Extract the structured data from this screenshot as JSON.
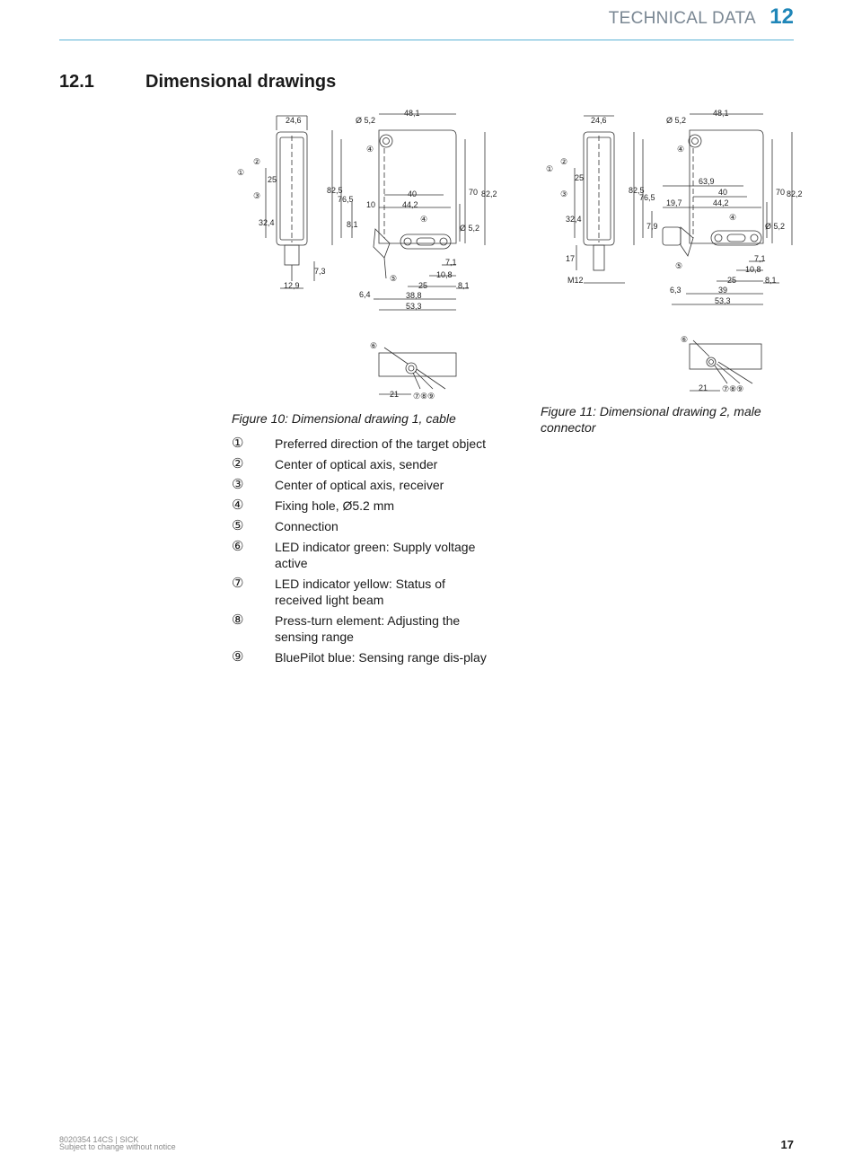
{
  "header": {
    "title": "TECHNICAL DATA",
    "chapter": "12"
  },
  "section": {
    "number": "12.1",
    "title": "Dimensional drawings"
  },
  "figures": [
    {
      "caption": "Figure 10: Dimensional drawing 1, cable"
    },
    {
      "caption": "Figure 11: Dimensional drawing 2, male connector"
    }
  ],
  "drawing1": {
    "front_width": "24,6",
    "marker_1": "①",
    "marker_2": "②",
    "marker_3": "③",
    "dim_25": "25",
    "dim_32_4": "32,4",
    "dim_7_3": "7,3",
    "dim_12_9": "12,9",
    "hole": "Ø 5,2",
    "top_width": "48,1",
    "marker_4": "④",
    "marker_5": "⑤",
    "dim_82_5": "82,5",
    "dim_76_5": "76,5",
    "dim_8_1v": "8,1",
    "dim_70": "70",
    "dim_82_2": "82,2",
    "dim_40": "40",
    "dim_44_2": "44,2",
    "dim_10": "10",
    "dim_hole2": "Ø 5,2",
    "dim_7_1": "7,1",
    "dim_10_8": "10,8",
    "dim_25b": "25",
    "dim_8_1": "8,1",
    "dim_6_4": "6,4",
    "dim_38_8": "38,8",
    "dim_53_3": "53,3",
    "marker_6": "⑥",
    "dim_21": "21",
    "marker_789": "⑦⑧⑨"
  },
  "drawing2": {
    "front_width": "24,6",
    "marker_1": "①",
    "marker_2": "②",
    "marker_3": "③",
    "dim_25": "25",
    "dim_32_4": "32,4",
    "dim_17": "17",
    "dim_m12": "M12",
    "hole": "Ø 5,2",
    "top_width": "48,1",
    "marker_4": "④",
    "marker_5": "⑤",
    "dim_82_5": "82,5",
    "dim_76_5": "76,5",
    "dim_7_9": "7,9",
    "dim_63_9": "63,9",
    "dim_40": "40",
    "dim_19_7": "19,7",
    "dim_44_2": "44,2",
    "dim_70": "70",
    "dim_82_2": "82,2",
    "dim_hole2": "Ø 5,2",
    "dim_7_1": "7,1",
    "dim_10_8": "10,8",
    "dim_25b": "25",
    "dim_39": "39",
    "dim_8_1": "8,1",
    "dim_6_3": "6,3",
    "dim_53_3": "53,3",
    "marker_6": "⑥",
    "dim_21": "21",
    "marker_789": "⑦⑧⑨"
  },
  "legend": [
    {
      "num": "①",
      "text": "Preferred direction of the target object"
    },
    {
      "num": "②",
      "text": "Center of optical axis, sender"
    },
    {
      "num": "③",
      "text": "Center of optical axis, receiver"
    },
    {
      "num": "④",
      "text": "Fixing hole, Ø5.2 mm"
    },
    {
      "num": "⑤",
      "text": "Connection"
    },
    {
      "num": "⑥",
      "text": "LED indicator green: Supply voltage active"
    },
    {
      "num": "⑦",
      "text": "LED indicator yellow: Status of received light beam"
    },
    {
      "num": "⑧",
      "text": "Press-turn element: Adjusting the sensing range"
    },
    {
      "num": "⑨",
      "text": "BluePilot blue: Sensing range dis-play"
    }
  ],
  "footer": {
    "doc": "8020354 14CS | SICK",
    "note": "Subject to change without notice",
    "page": "17"
  }
}
